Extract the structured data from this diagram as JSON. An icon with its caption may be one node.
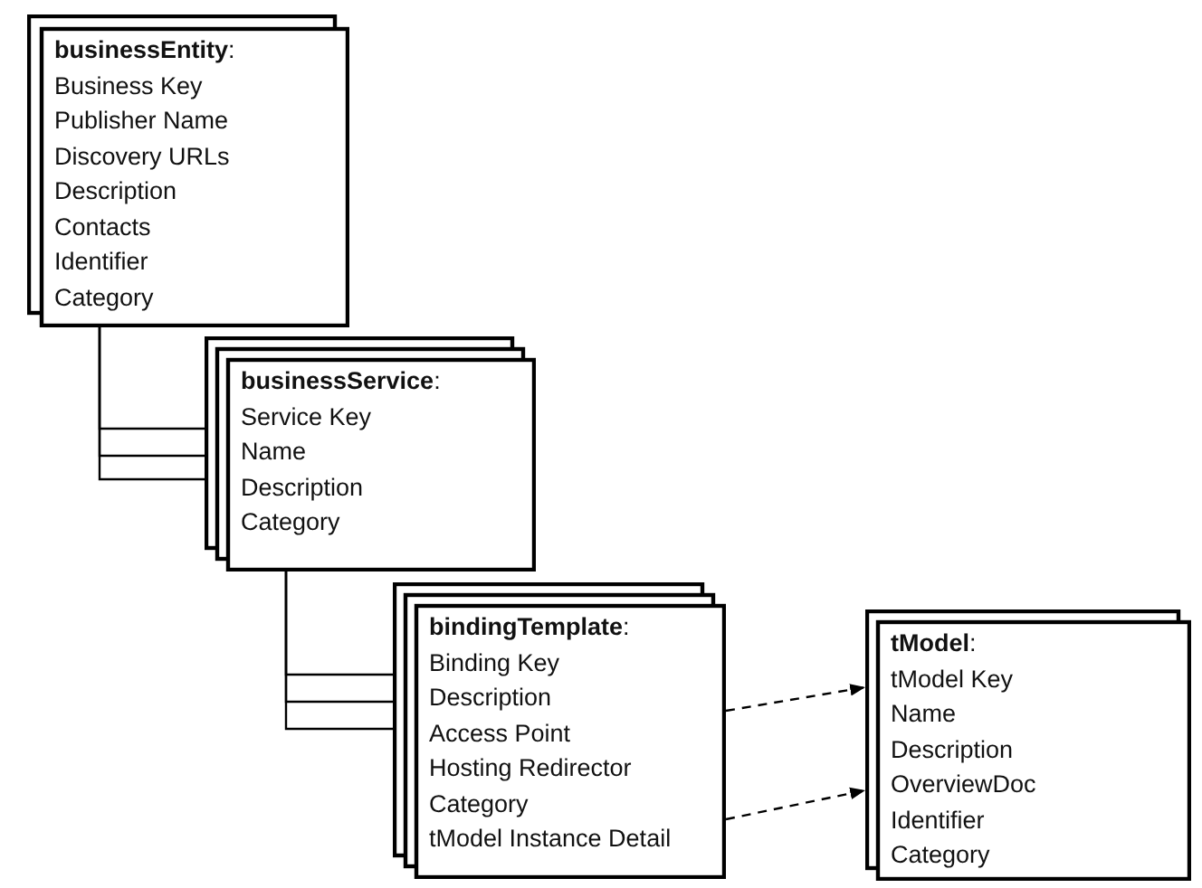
{
  "diagram": {
    "nodes": [
      {
        "text": [
          "**businessEntity**:",
          "Business Key",
          "Publisher Name",
          "Discovery URLs",
          "Description",
          "Contacts",
          "Identifier",
          "Category"
        ]
      },
      {
        "text": [
          "**businessService**:",
          "Service Key",
          "Name",
          "Description",
          "Category"
        ]
      },
      {
        "text": [
          "**bindingTemplate**:",
          "Binding Key",
          "Description",
          "Access Point",
          "Hosting Redirector",
          "Category",
          "tModel Instance Detail"
        ]
      },
      {
        "text": [
          "**tModel**:",
          "tModel Key",
          "Name",
          "Description",
          "OverviewDoc",
          "Identifier",
          "Category"
        ]
      }
    ],
    "edges": [
      {
        "from": 0,
        "to": 1,
        "arrow": "none"
      },
      {
        "from": 0,
        "to": 1,
        "arrow": "none"
      },
      {
        "from": 0,
        "to": 1,
        "arrow": "none"
      },
      {
        "from": 1,
        "to": 2,
        "arrow": "none"
      },
      {
        "from": 1,
        "to": 2,
        "arrow": "none"
      },
      {
        "from": 1,
        "to": 2,
        "arrow": "none"
      },
      {
        "from": 2,
        "to": 3,
        "arrow": "to",
        "style": "dashed"
      },
      {
        "from": 2,
        "to": 3,
        "arrow": "to",
        "style": "dashed"
      }
    ]
  }
}
